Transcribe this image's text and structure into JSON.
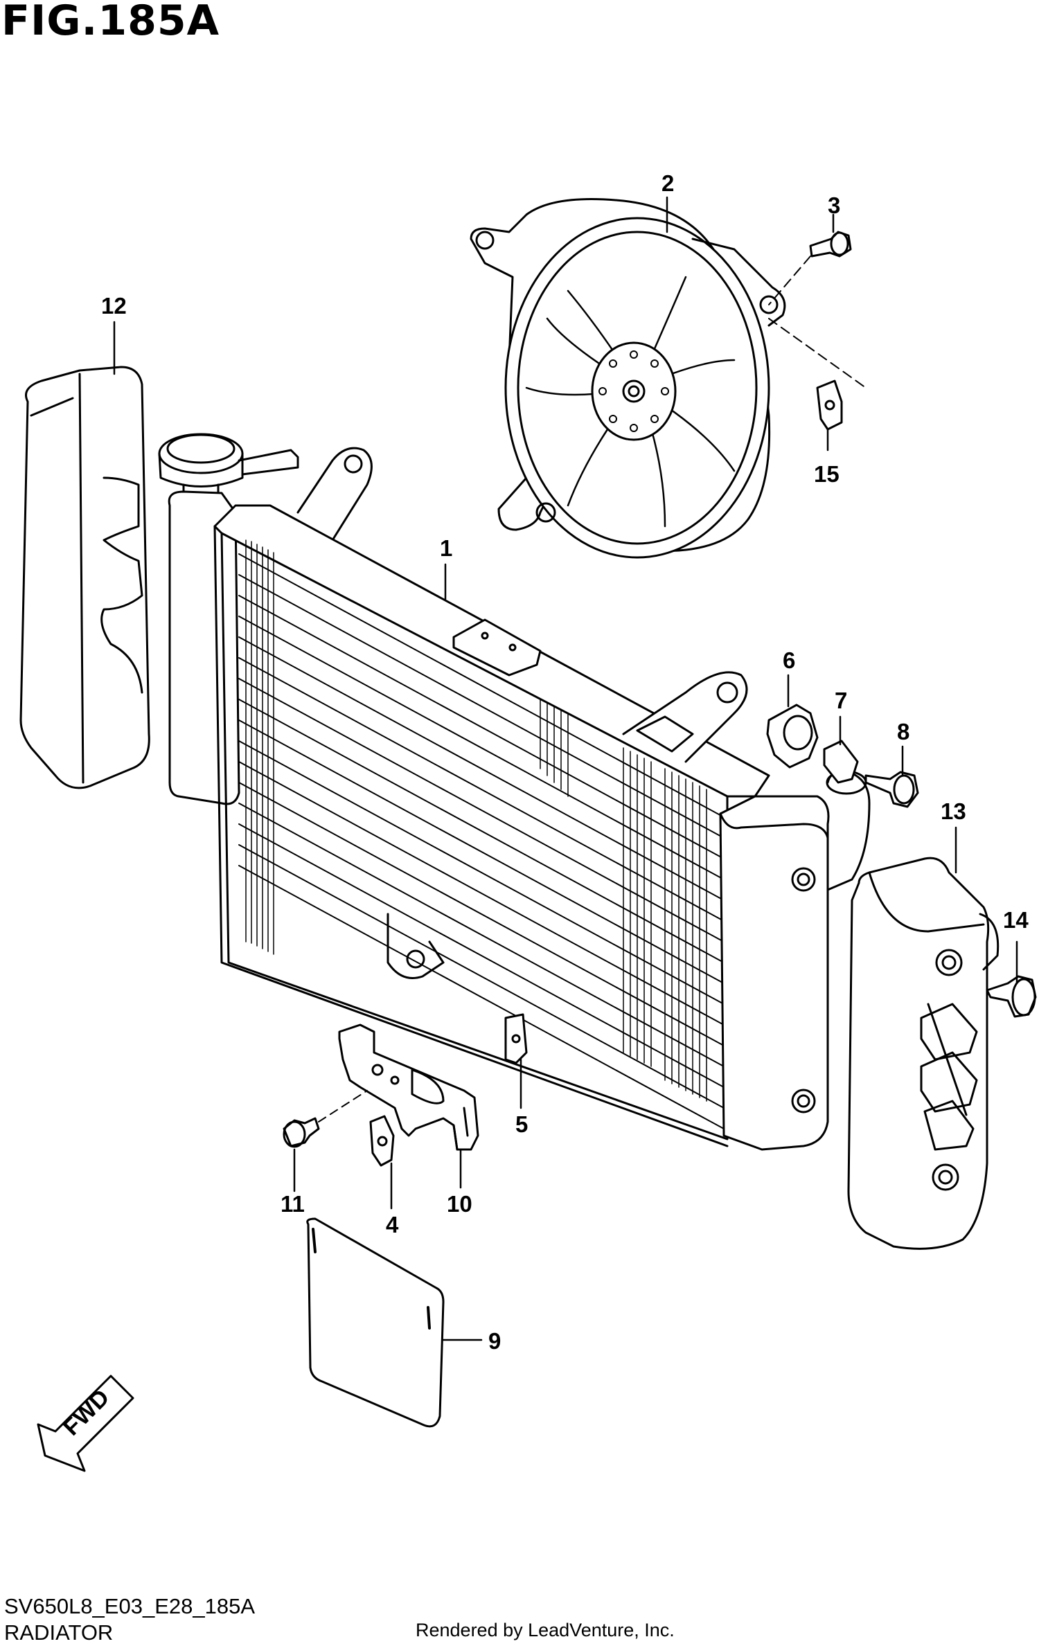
{
  "figure": {
    "title": "FIG.185A"
  },
  "parts": [
    {
      "id": "part-1",
      "label": "1"
    },
    {
      "id": "part-2",
      "label": "2"
    },
    {
      "id": "part-3",
      "label": "3"
    },
    {
      "id": "part-4",
      "label": "4"
    },
    {
      "id": "part-5",
      "label": "5"
    },
    {
      "id": "part-6",
      "label": "6"
    },
    {
      "id": "part-7",
      "label": "7"
    },
    {
      "id": "part-8",
      "label": "8"
    },
    {
      "id": "part-9",
      "label": "9"
    },
    {
      "id": "part-10",
      "label": "10"
    },
    {
      "id": "part-11",
      "label": "11"
    },
    {
      "id": "part-12",
      "label": "12"
    },
    {
      "id": "part-13",
      "label": "13"
    },
    {
      "id": "part-14",
      "label": "14"
    },
    {
      "id": "part-15",
      "label": "15"
    }
  ],
  "direction_arrow": {
    "label": "FWD"
  },
  "footer": {
    "model_code": "SV650L8_E03_E28_185A",
    "section": "RADIATOR",
    "credit": "Rendered by LeadVenture, Inc."
  }
}
